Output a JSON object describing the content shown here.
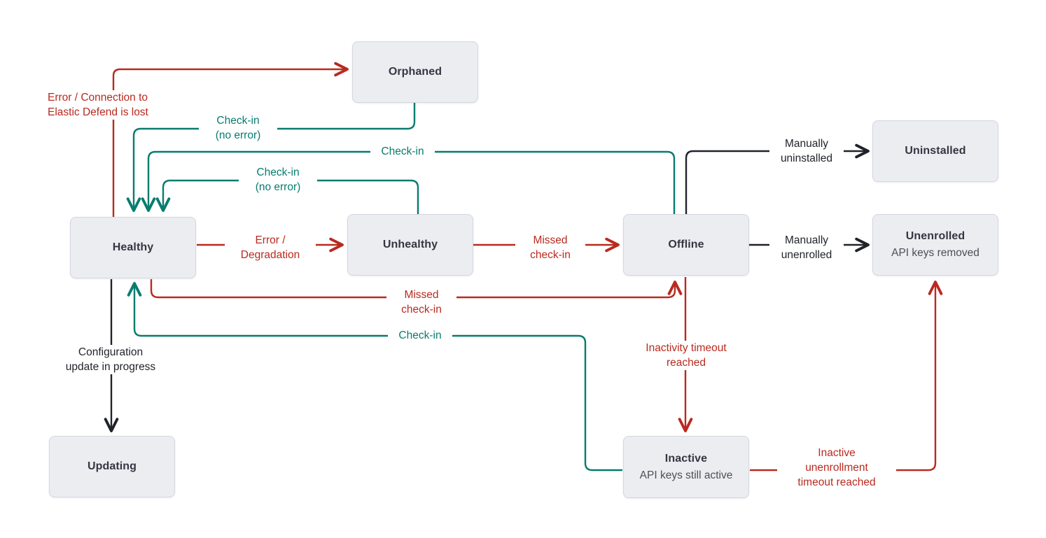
{
  "diagram": {
    "title": "Elastic Agent status state diagram",
    "colors": {
      "red": "#B92A1F",
      "teal": "#077C6F",
      "black": "#1F2229",
      "node_fill": "#ECEDF1",
      "node_border": "#D3D8E0",
      "node_text": "#343741",
      "background": "#FFFFFF"
    },
    "nodes": [
      {
        "id": "orphaned",
        "title": "Orphaned",
        "subtitle": ""
      },
      {
        "id": "healthy",
        "title": "Healthy",
        "subtitle": ""
      },
      {
        "id": "unhealthy",
        "title": "Unhealthy",
        "subtitle": ""
      },
      {
        "id": "offline",
        "title": "Offline",
        "subtitle": ""
      },
      {
        "id": "uninstalled",
        "title": "Uninstalled",
        "subtitle": ""
      },
      {
        "id": "unenrolled",
        "title": "Unenrolled",
        "subtitle": "API keys removed"
      },
      {
        "id": "updating",
        "title": "Updating",
        "subtitle": ""
      },
      {
        "id": "inactive",
        "title": "Inactive",
        "subtitle": "API keys still active"
      }
    ],
    "edges": [
      {
        "id": "healthy-to-orphaned",
        "from": "healthy",
        "to": "orphaned",
        "label": "Error / Connection to\nElastic Defend is lost",
        "color": "red"
      },
      {
        "id": "orphaned-to-healthy",
        "from": "orphaned",
        "to": "healthy",
        "label": "Check-in\n(no error)",
        "color": "teal"
      },
      {
        "id": "offline-to-healthy",
        "from": "offline",
        "to": "healthy",
        "label": "Check-in",
        "color": "teal"
      },
      {
        "id": "unhealthy-to-healthy",
        "from": "unhealthy",
        "to": "healthy",
        "label": "Check-in\n(no error)",
        "color": "teal"
      },
      {
        "id": "healthy-to-unhealthy",
        "from": "healthy",
        "to": "unhealthy",
        "label": "Error /\nDegradation",
        "color": "red"
      },
      {
        "id": "unhealthy-to-offline",
        "from": "unhealthy",
        "to": "offline",
        "label": "Missed\ncheck-in",
        "color": "red"
      },
      {
        "id": "healthy-to-offline",
        "from": "healthy",
        "to": "offline",
        "label": "Missed\ncheck-in",
        "color": "red"
      },
      {
        "id": "inactive-to-healthy",
        "from": "inactive",
        "to": "healthy",
        "label": "Check-in",
        "color": "teal"
      },
      {
        "id": "offline-to-uninstalled",
        "from": "offline",
        "to": "uninstalled",
        "label": "Manually\nuninstalled",
        "color": "black"
      },
      {
        "id": "offline-to-unenrolled",
        "from": "offline",
        "to": "unenrolled",
        "label": "Manually\nunenrolled",
        "color": "black"
      },
      {
        "id": "healthy-to-updating",
        "from": "healthy",
        "to": "updating",
        "label": "Configuration\nupdate in progress",
        "color": "black"
      },
      {
        "id": "offline-to-inactive",
        "from": "offline",
        "to": "inactive",
        "label": "Inactivity timeout\nreached",
        "color": "red"
      },
      {
        "id": "inactive-to-unenrolled",
        "from": "inactive",
        "to": "unenrolled",
        "label": "Inactive\nunenrollment\ntimeout reached",
        "color": "red"
      }
    ],
    "labels": {
      "error_connection_lost": "Error / Connection to\nElastic Defend is lost",
      "checkin_no_error_top": "Check-in\n(no error)",
      "checkin_offline": "Check-in",
      "checkin_no_error_mid": "Check-in\n(no error)",
      "error_degradation": "Error /\nDegradation",
      "missed_checkin_unhealthy": "Missed\ncheck-in",
      "missed_checkin_healthy": "Missed\ncheck-in",
      "checkin_inactive": "Check-in",
      "manually_uninstalled": "Manually\nuninstalled",
      "manually_unenrolled": "Manually\nunenrolled",
      "configuration_update": "Configuration\nupdate in progress",
      "inactivity_timeout": "Inactivity timeout\nreached",
      "inactive_unenrollment": "Inactive\nunenrollment\ntimeout reached"
    }
  }
}
